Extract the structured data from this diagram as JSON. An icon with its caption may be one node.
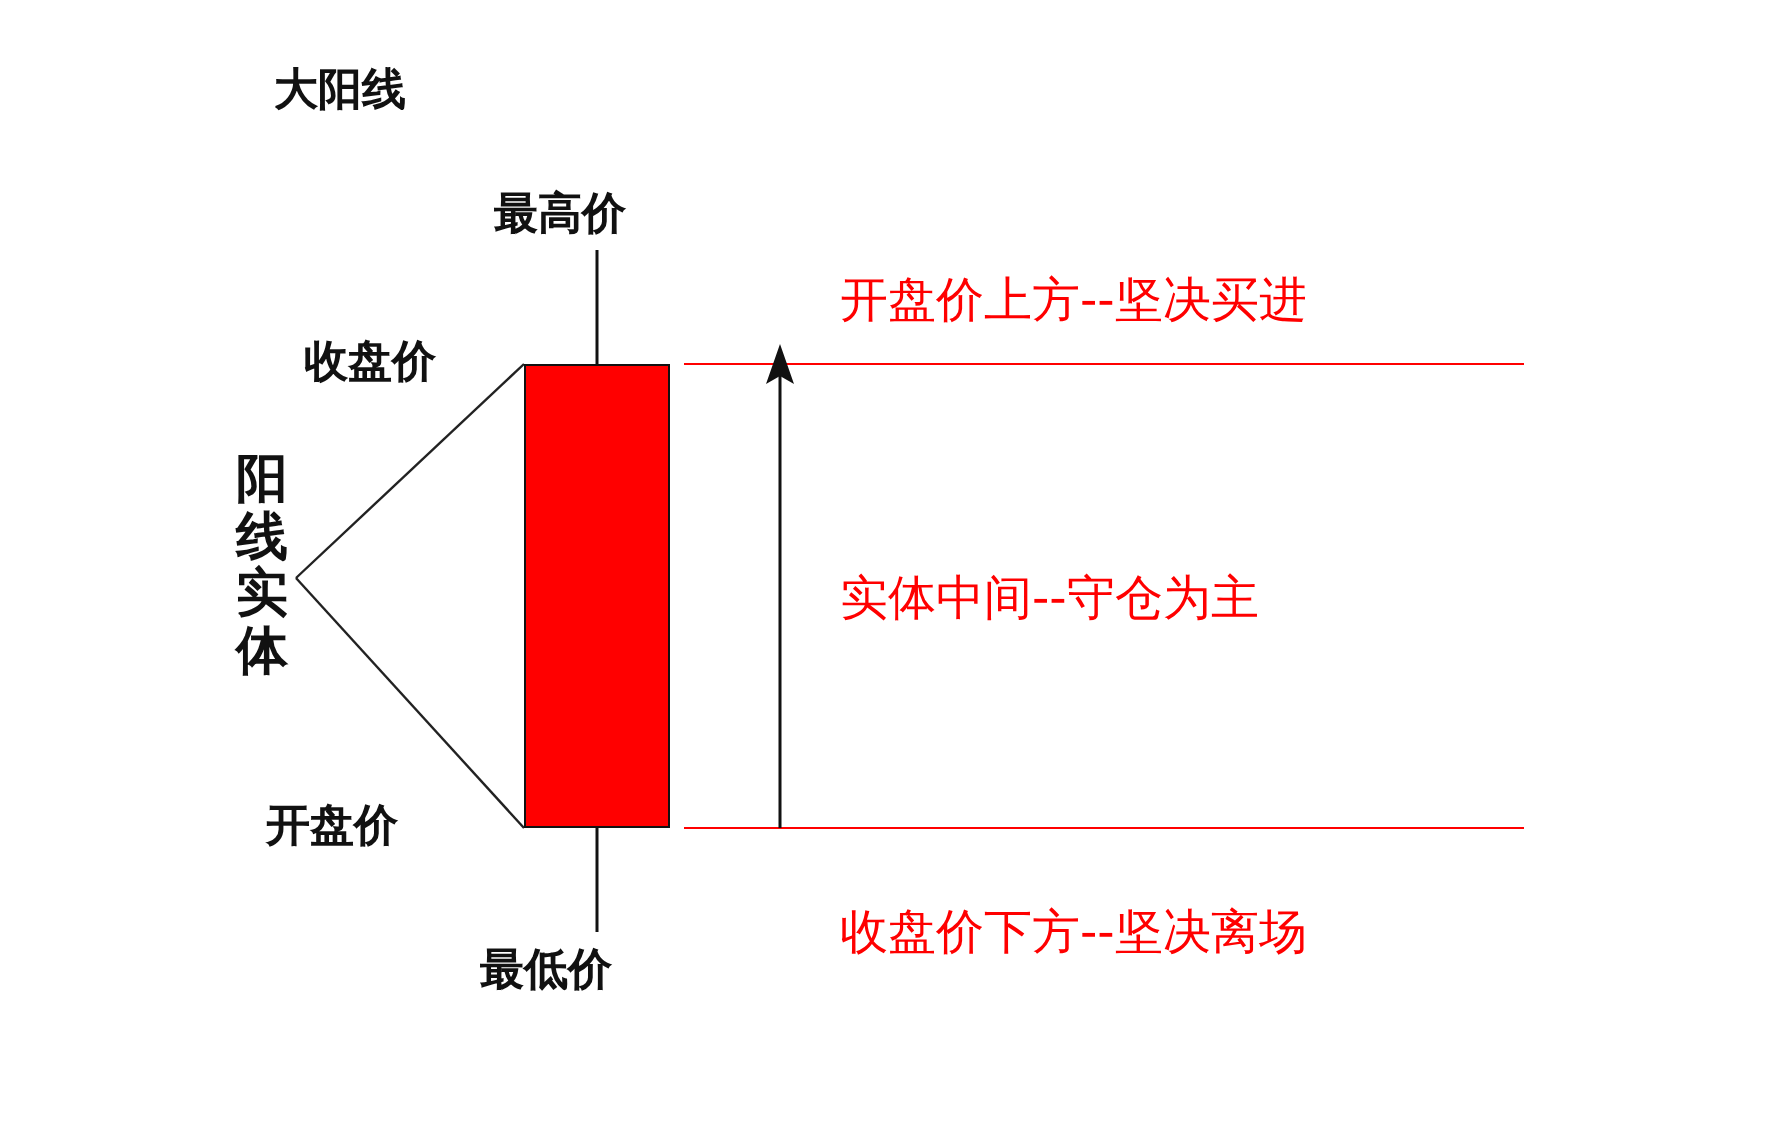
{
  "diagram": {
    "nodes": [
      {
        "text": [
          "阳线实体"
        ]
      },
      {
        "text": [],
        "shape": "bar"
      }
    ],
    "edges": [
      {
        "from": 0,
        "to": 1,
        "arrow": "none"
      },
      {
        "from": 0,
        "to": 1,
        "arrow": "none"
      }
    ],
    "labels": [
      "大阳线",
      "最高价",
      "开盘价上方--坚决买进",
      "收盘价",
      "实体中间--守仓为主",
      "开盘价",
      "收盘价下方--坚决离场",
      "最低价"
    ]
  }
}
